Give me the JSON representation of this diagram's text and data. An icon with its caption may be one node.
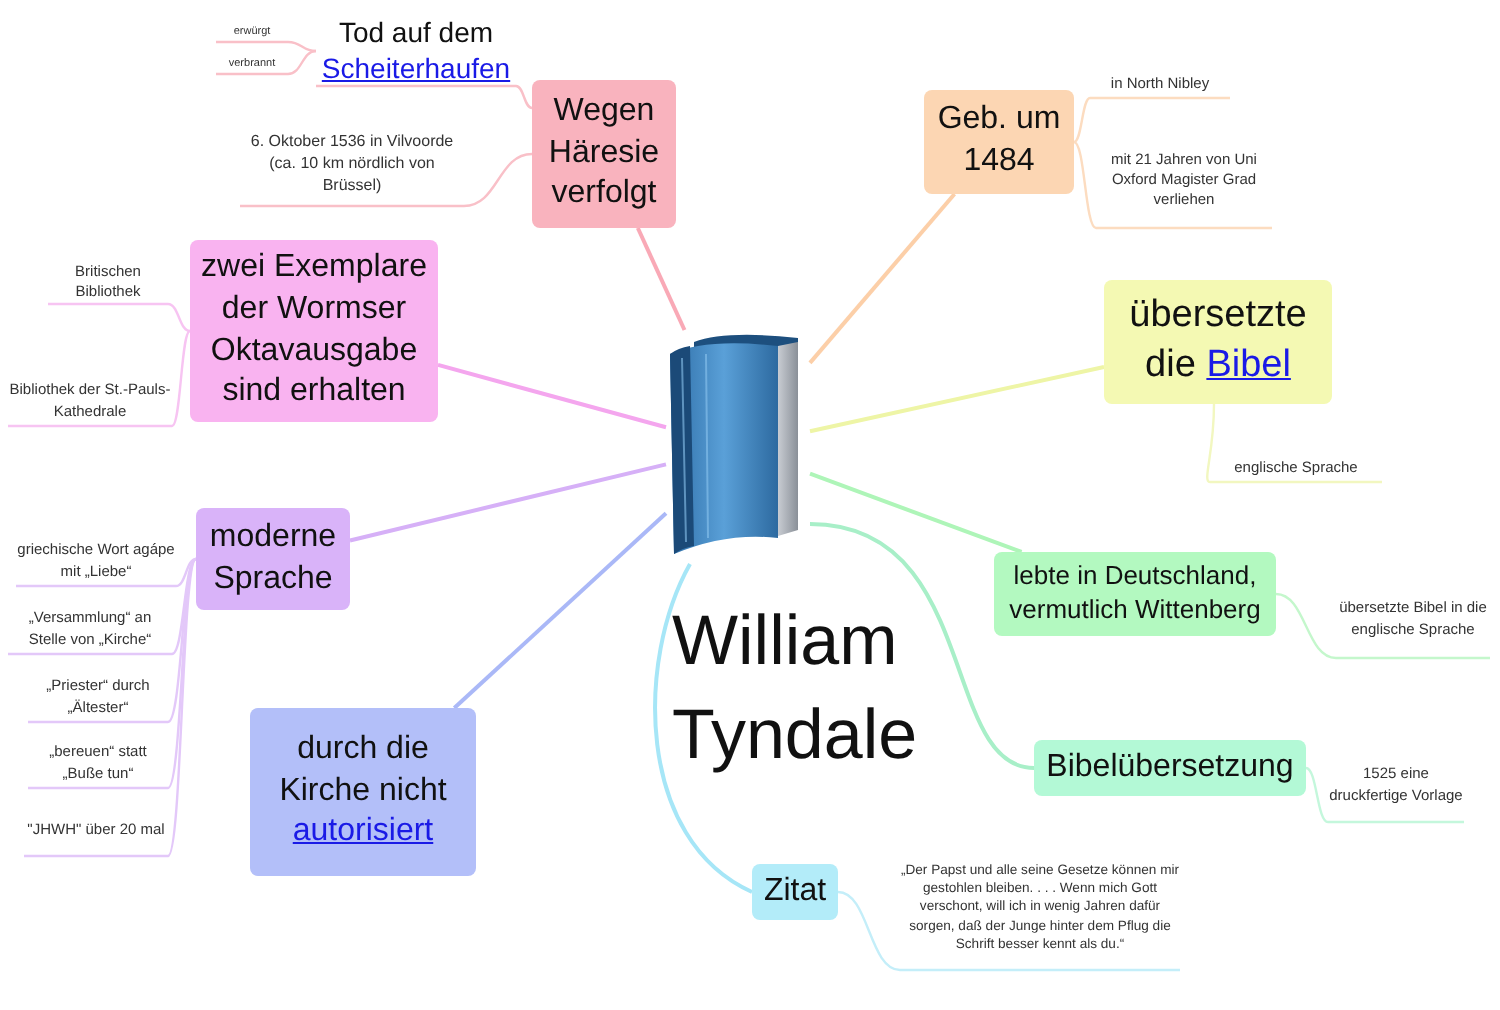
{
  "diagram": {
    "nodes": [
      {
        "text": [
          "William Tyndale"
        ]
      },
      {
        "text": [
          "Wegen Häresie verfolgt"
        ]
      },
      {
        "text": [
          "Tod auf dem",
          "Scheiterhaufen"
        ]
      },
      {
        "text": [
          "erwürgt"
        ]
      },
      {
        "text": [
          "verbrannt"
        ]
      },
      {
        "text": [
          "6. Oktober 1536 in Vilvoorde (ca. 10 km nördlich von Brüssel)"
        ]
      },
      {
        "text": [
          "zwei Exemplare der Wormser Oktavausgabe sind erhalten"
        ]
      },
      {
        "text": [
          "Britischen Bibliothek"
        ]
      },
      {
        "text": [
          "Bibliothek der St.-Pauls-Kathedrale"
        ]
      },
      {
        "text": [
          "moderne Sprache"
        ]
      },
      {
        "text": [
          "griechische Wort agápe mit „Liebe“"
        ]
      },
      {
        "text": [
          "„Versammlung“ an Stelle von „Kirche“"
        ]
      },
      {
        "text": [
          "„Priester“ durch „Ältester“"
        ]
      },
      {
        "text": [
          "„bereuen“ statt „Buße tun“"
        ]
      },
      {
        "text": [
          "\"JHWH\" über 20 mal"
        ]
      },
      {
        "text": [
          "durch die Kirche nicht",
          "autorisiert"
        ]
      },
      {
        "text": [
          "Geb. um 1484"
        ]
      },
      {
        "text": [
          "in North Nibley"
        ]
      },
      {
        "text": [
          "mit 21 Jahren von Uni Oxford Magister Grad verliehen"
        ]
      },
      {
        "text": [
          "übersetzte die",
          "Bibel"
        ]
      },
      {
        "text": [
          "englische Sprache"
        ]
      },
      {
        "text": [
          "lebte in Deutschland, vermutlich Wittenberg"
        ]
      },
      {
        "text": [
          "übersetzte Bibel in die englische Sprache"
        ]
      },
      {
        "text": [
          "Bibelübersetzung"
        ]
      },
      {
        "text": [
          "1525 eine druckfertige Vorlage"
        ]
      },
      {
        "text": [
          "Zitat"
        ]
      },
      {
        "text": [
          "„Der Papst und alle seine Gesetze können mir gestohlen bleiben. . . . Wenn mich Gott verschont, will ich in wenig Jahren dafür sorgen, daß der Junge hinter dem Pflug die Schrift besser kennt als du.“"
        ]
      }
    ],
    "edges": [
      {
        "from": 0,
        "to": 1,
        "arrow": "none",
        "color": "#f9a9b6"
      },
      {
        "from": 1,
        "to": 2,
        "arrow": "none",
        "color": "#f9c0c8"
      },
      {
        "from": 2,
        "to": 3,
        "arrow": "none",
        "color": "#f9c0c8"
      },
      {
        "from": 2,
        "to": 4,
        "arrow": "none",
        "color": "#f9c0c8"
      },
      {
        "from": 1,
        "to": 5,
        "arrow": "none",
        "color": "#f9c0c8"
      },
      {
        "from": 0,
        "to": 6,
        "arrow": "none",
        "color": "#f4a6ee"
      },
      {
        "from": 6,
        "to": 7,
        "arrow": "none",
        "color": "#f7c4f2"
      },
      {
        "from": 6,
        "to": 8,
        "arrow": "none",
        "color": "#f7c4f2"
      },
      {
        "from": 0,
        "to": 9,
        "arrow": "none",
        "color": "#d6b0f7"
      },
      {
        "from": 9,
        "to": 10,
        "arrow": "none",
        "color": "#e3c8f9"
      },
      {
        "from": 9,
        "to": 11,
        "arrow": "none",
        "color": "#e3c8f9"
      },
      {
        "from": 9,
        "to": 12,
        "arrow": "none",
        "color": "#e3c8f9"
      },
      {
        "from": 9,
        "to": 13,
        "arrow": "none",
        "color": "#e3c8f9"
      },
      {
        "from": 9,
        "to": 14,
        "arrow": "none",
        "color": "#e3c8f9"
      },
      {
        "from": 0,
        "to": 15,
        "arrow": "none",
        "color": "#aab8f7"
      },
      {
        "from": 0,
        "to": 16,
        "arrow": "none",
        "color": "#fccfa8"
      },
      {
        "from": 16,
        "to": 17,
        "arrow": "none",
        "color": "#fcdcc0"
      },
      {
        "from": 16,
        "to": 18,
        "arrow": "none",
        "color": "#fcdcc0"
      },
      {
        "from": 0,
        "to": 19,
        "arrow": "none",
        "color": "#eef5a6"
      },
      {
        "from": 19,
        "to": 20,
        "arrow": "none",
        "color": "#f2f7c0"
      },
      {
        "from": 0,
        "to": 21,
        "arrow": "none",
        "color": "#aef5b8"
      },
      {
        "from": 21,
        "to": 22,
        "arrow": "none",
        "color": "#c4f7cc"
      },
      {
        "from": 0,
        "to": 23,
        "arrow": "none",
        "color": "#a8efc8"
      },
      {
        "from": 23,
        "to": 24,
        "arrow": "none",
        "color": "#c4f7dc"
      },
      {
        "from": 0,
        "to": 25,
        "arrow": "none",
        "color": "#a6e6f7"
      },
      {
        "from": 25,
        "to": 26,
        "arrow": "none",
        "color": "#c4eef9"
      }
    ]
  }
}
